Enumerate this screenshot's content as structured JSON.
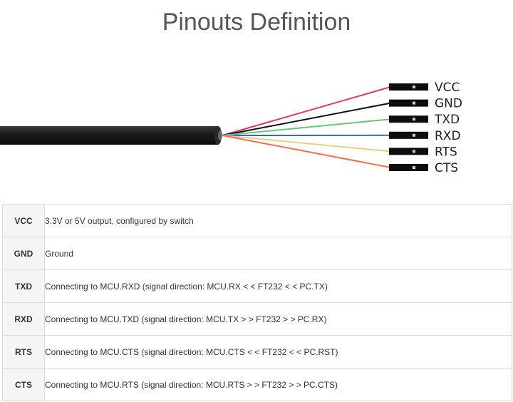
{
  "page": {
    "title": "Pinouts Definition"
  },
  "cable": {
    "wires": [
      {
        "pin": "VCC",
        "color": "#e0385c"
      },
      {
        "pin": "GND",
        "color": "#111111"
      },
      {
        "pin": "TXD",
        "color": "#6cc47e"
      },
      {
        "pin": "RXD",
        "color": "#3a5fd0"
      },
      {
        "pin": "RTS",
        "color": "#e8d088"
      },
      {
        "pin": "CTS",
        "color": "#f07050"
      }
    ]
  },
  "table": {
    "rows": [
      {
        "pin": "VCC",
        "description": "3.3V or 5V output, configured by switch"
      },
      {
        "pin": "GND",
        "description": "Ground"
      },
      {
        "pin": "TXD",
        "description": "Connecting to MCU.RXD (signal direction: MCU.RX < < FT232 < < PC.TX)"
      },
      {
        "pin": "RXD",
        "description": "Connecting to MCU.TXD (signal direction: MCU.TX > > FT232 > > PC.RX)"
      },
      {
        "pin": "RTS",
        "description": "Connecting to MCU.CTS (signal direction: MCU.CTS < < FT232 < < PC.RST)"
      },
      {
        "pin": "CTS",
        "description": "Connecting to MCU.RTS (signal direction: MCU.RTS > > FT232 > > PC.CTS)"
      }
    ]
  }
}
